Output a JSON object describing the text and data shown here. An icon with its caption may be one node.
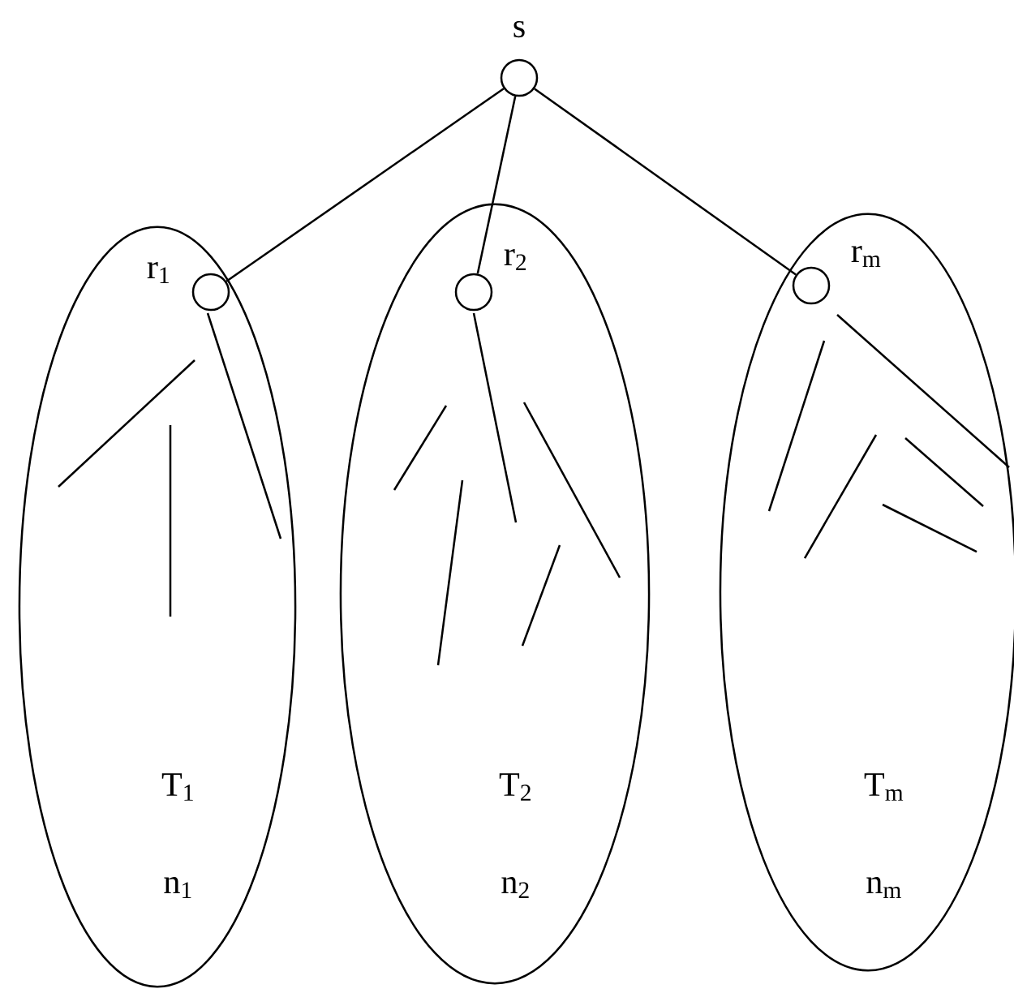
{
  "diagram": {
    "nodes": [
      {
        "text": [],
        "shape": "circle",
        "beside": [
          "s"
        ]
      },
      {
        "text": [
          "T$_{1}$",
          "n$_{1}$"
        ]
      },
      {
        "text": [],
        "shape": "circle",
        "in": 1,
        "beside": [
          "r$_{1}$"
        ]
      },
      {
        "text": [
          "T$_{2}$",
          "n$_{2}$"
        ]
      },
      {
        "text": [],
        "shape": "circle",
        "in": 3,
        "beside": [
          "r$_{2}$"
        ]
      },
      {
        "text": [
          "T$_{m}$",
          "n$_{m}$"
        ]
      },
      {
        "text": [],
        "shape": "circle",
        "in": 5,
        "beside": [
          "r$_{m}$"
        ]
      }
    ],
    "edges": [
      {
        "from": 0,
        "to": 2,
        "arrow": "none"
      },
      {
        "from": 0,
        "to": 4,
        "arrow": "none"
      },
      {
        "from": 0,
        "to": 6,
        "arrow": "none"
      }
    ]
  }
}
